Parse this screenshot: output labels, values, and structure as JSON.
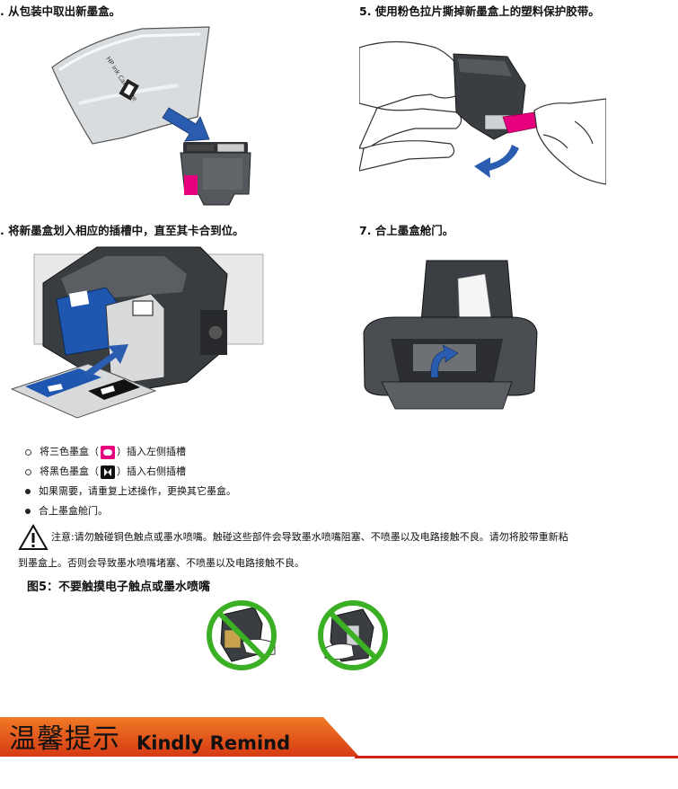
{
  "steps": {
    "s4": {
      "title": ". 从包装中取出新墨盒。",
      "package_label": "HP ink Cartridge"
    },
    "s5": {
      "title": "5. 使用粉色拉片撕掉新墨盒上的塑料保护胶带。"
    },
    "s6": {
      "title": ". 将新墨盒划入相应的插槽中，直至其卡合到位。"
    },
    "s7": {
      "title": "7. 合上墨盒舱门。"
    }
  },
  "bullets": [
    {
      "style": "open",
      "before": "将三色墨盒（",
      "icon": "tricolor-cartridge-icon",
      "after": "）插入左侧插槽"
    },
    {
      "style": "open",
      "before": "将黑色墨盒（",
      "icon": "black-cartridge-icon",
      "after": "）插入右侧插槽"
    },
    {
      "style": "filled",
      "text": "如果需要，请重复上述操作，更换其它墨盒。"
    },
    {
      "style": "filled",
      "text": "合上墨盒舱门。"
    }
  ],
  "warning": {
    "line1": "注意:请勿触碰铜色触点或墨水喷嘴。触碰这些部件会导致墨水喷嘴阻塞、不喷墨以及电路接触不良。请勿将胶带重新粘",
    "line2": "到墨盒上。否则会导致墨水喷嘴堵塞、不喷墨以及电路接触不良。"
  },
  "figure5": {
    "caption": "图5：不要触摸电子触点或墨水喷嘴"
  },
  "banner": {
    "cn": "温馨提示",
    "en": "Kindly Remind"
  },
  "colors": {
    "magenta": "#e6007e",
    "arrow_blue": "#2a5cb0",
    "forbid_green": "#3cb024",
    "banner_orange": "#e85a12",
    "banner_red": "#d2201a"
  }
}
